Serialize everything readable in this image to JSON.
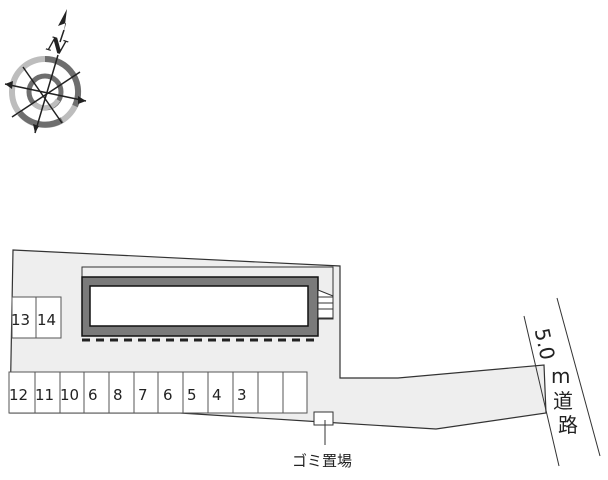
{
  "compass": {
    "north_label": "N"
  },
  "parking": {
    "top_row": [
      "13",
      "14"
    ],
    "bottom_row": [
      "12",
      "11",
      "10",
      "6",
      "8",
      "7",
      "6",
      "5",
      "4",
      "3",
      "",
      ""
    ]
  },
  "garbage": {
    "label": "ゴミ置場"
  },
  "road": {
    "width": "5.0",
    "unit": "m",
    "chars": [
      "道",
      "路"
    ]
  },
  "colors": {
    "lot_fill": "#eeeeee",
    "building_wall": "#7a7a7a",
    "line": "#333333",
    "compass_light": "#bdbdbd",
    "compass_dark": "#6e6e6e"
  }
}
